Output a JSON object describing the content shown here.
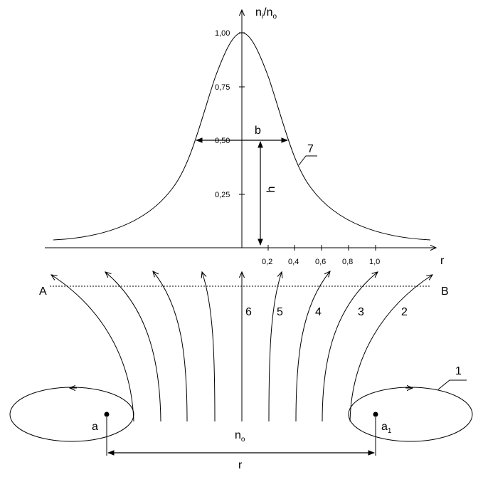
{
  "diagram": {
    "y_axis_label_main": "n",
    "y_axis_label_sub1": "i",
    "y_axis_label_sep": "/n",
    "y_axis_label_sub2": "o",
    "x_axis_label": "r",
    "y_ticks": [
      "1,00",
      "0,75",
      "0,50",
      "0,25"
    ],
    "x_ticks": [
      "0,2",
      "0,4",
      "0,6",
      "0,8",
      "1,0"
    ],
    "width_label": "b",
    "height_label": "h",
    "curve_label": "7",
    "line_a_label": "A",
    "line_b_label": "B",
    "field_line_labels": [
      "6",
      "5",
      "4",
      "3",
      "2"
    ],
    "loop_label": "1",
    "left_point_label": "a",
    "right_point_label": "a",
    "right_point_sub": "1",
    "center_label": "n",
    "center_sub": "o",
    "distance_label": "r"
  }
}
